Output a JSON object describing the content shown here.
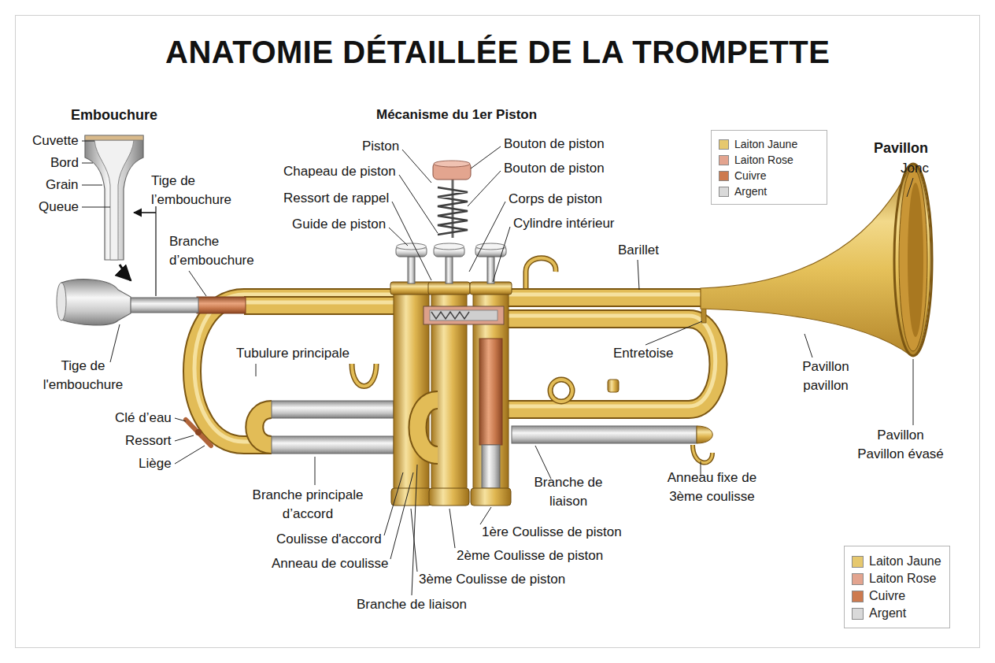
{
  "diagram": {
    "title": "ANATOMIE DÉTAILLÉE DE LA TROMPETTE",
    "labels": [
      "Embouchure",
      "Cuvette",
      "Bord",
      "Grain",
      "Queue",
      "Tige de l’embouchure",
      "Branche d’embouchure",
      "Tige de l'embouchure",
      "Mécanisme du 1er Piston",
      "Piston",
      "Chapeau de piston",
      "Ressort de rappel",
      "Guide de piston",
      "Bouton de piston",
      "Bouton de piston",
      "Corps de piston",
      "Cylindre intérieur",
      "Pavillon",
      "Jonc",
      "Barillet",
      "Tubulure principale",
      "Entretoise",
      "Pavillon pavillon",
      "Clé d’eau",
      "Ressort",
      "Liège",
      "Pavillon Pavillon évasé",
      "Anneau fixe de 3ème coulisse",
      "Branche de liaison",
      "Branche principale d’accord",
      "1ère Coulisse de piston",
      "Coulisse d'accord",
      "2ème Coulisse de piston",
      "Anneau de coulisse",
      "3ème Coulisse de piston",
      "Branche de liaison"
    ],
    "legend": [
      {
        "text": "Laiton Jaune",
        "color": "#e6c86e"
      },
      {
        "text": "Laiton Rose",
        "color": "#e3a48f"
      },
      {
        "text": "Cuivre",
        "color": "#cd7a4e"
      },
      {
        "text": "Argent",
        "color": "#d9d9d9"
      },
      {
        "text": "Laiton Jaune",
        "color": "#e6c86e"
      },
      {
        "text": "Laiton Rose",
        "color": "#e3a48f"
      },
      {
        "text": "Cuivre",
        "color": "#cd7a4e"
      },
      {
        "text": "Argent",
        "color": "#d9d9d9"
      }
    ]
  }
}
